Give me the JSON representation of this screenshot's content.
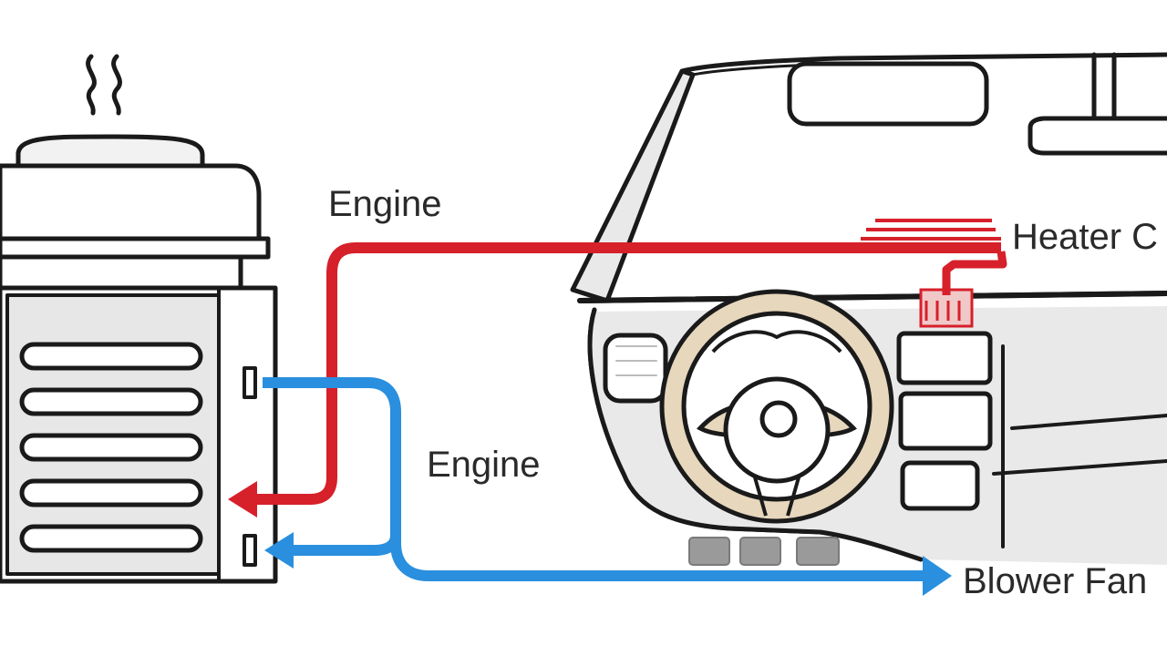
{
  "labels": {
    "engine_top": "Engine",
    "engine_bottom": "Engine",
    "heater_core": "Heater C",
    "blower_fan": "Blower Fan"
  },
  "colors": {
    "hot_line": "#d6202a",
    "cold_line": "#2a8fde",
    "outline": "#1a1a1a",
    "body_fill": "#e9e9e9",
    "wheel_fill": "#e6d7bd"
  },
  "icons": [
    "steam-icon",
    "radiator-icon",
    "dashboard-icon",
    "steering-wheel-icon",
    "heater-core-icon",
    "arrow-icon"
  ]
}
